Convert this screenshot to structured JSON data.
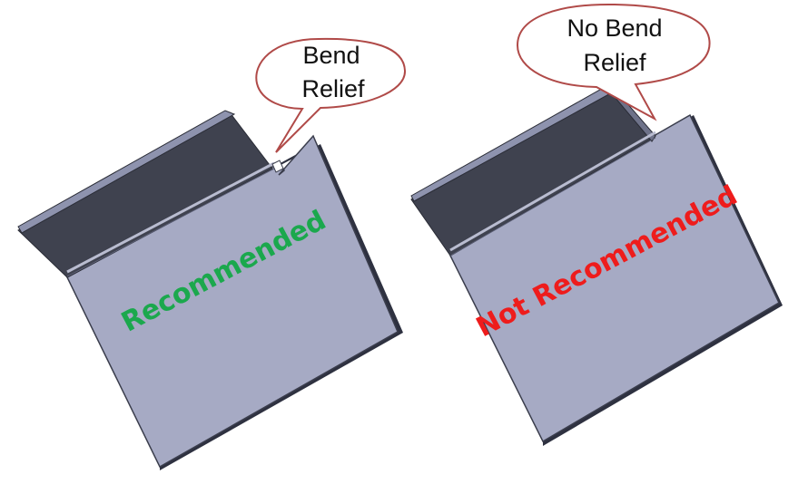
{
  "callouts": {
    "left": {
      "line1": "Bend",
      "line2": "Relief"
    },
    "right": {
      "line1": "No Bend",
      "line2": "Relief"
    }
  },
  "labels": {
    "left": "Recommended",
    "right": "Not Recommended"
  },
  "colors": {
    "plate_face": "#A6AAC4",
    "plate_edge": "#2E3140",
    "flange_dark": "#3F424F",
    "flange_top": "#8E93AE",
    "callout_border": "#B04A48",
    "callout_fill": "#FFFFFF",
    "recommended": "#1BA84D",
    "not_recommended": "#EE1C1C"
  }
}
